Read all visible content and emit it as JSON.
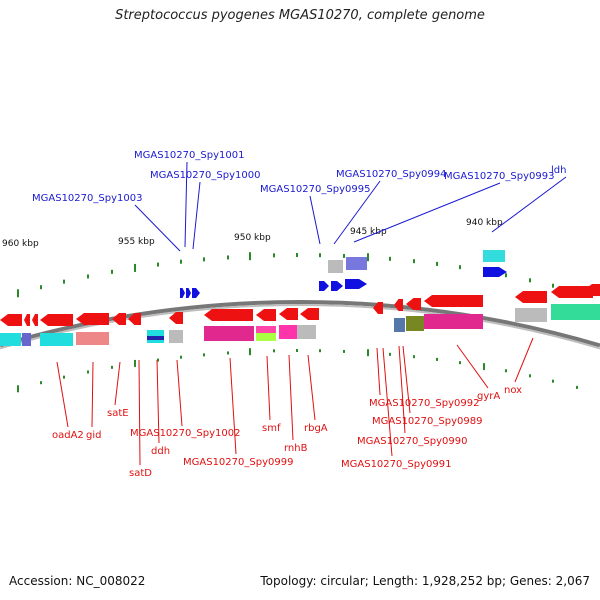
{
  "title": "Streptococcus pyogenes MGAS10270, complete genome",
  "footer": {
    "accession": "Accession: NC_008022",
    "summary": "Topology: circular; Length: 1,928,252 bp; Genes: 2,067"
  },
  "colors": {
    "backbone": "#888888",
    "forward_gene": "#1010e0",
    "reverse_gene": "#ee1111",
    "label_forward": "#1a1ad0",
    "label_reverse": "#e01010",
    "tick": "#2a8a2a"
  },
  "scale_labels": [
    "960 kbp",
    "955 kbp",
    "950 kbp",
    "945 kbp",
    "940 kbp"
  ],
  "blue_labels": [
    "MGAS10270_Spy1001",
    "MGAS10270_Spy1000",
    "MGAS10270_Spy1003",
    "MGAS10270_Spy0994",
    "MGAS10270_Spy0993",
    "ldh",
    "MGAS10270_Spy0995"
  ],
  "red_labels": [
    "oadA2",
    "gid",
    "satE",
    "MGAS10270_Spy1002",
    "ddh",
    "satD",
    "smf",
    "rnhB",
    "rbgA",
    "MGAS10270_Spy0999",
    "MGAS10270_Spy0992",
    "MGAS10270_Spy0989",
    "MGAS10270_Spy0990",
    "MGAS10270_Spy0991",
    "gyrA",
    "nox"
  ]
}
